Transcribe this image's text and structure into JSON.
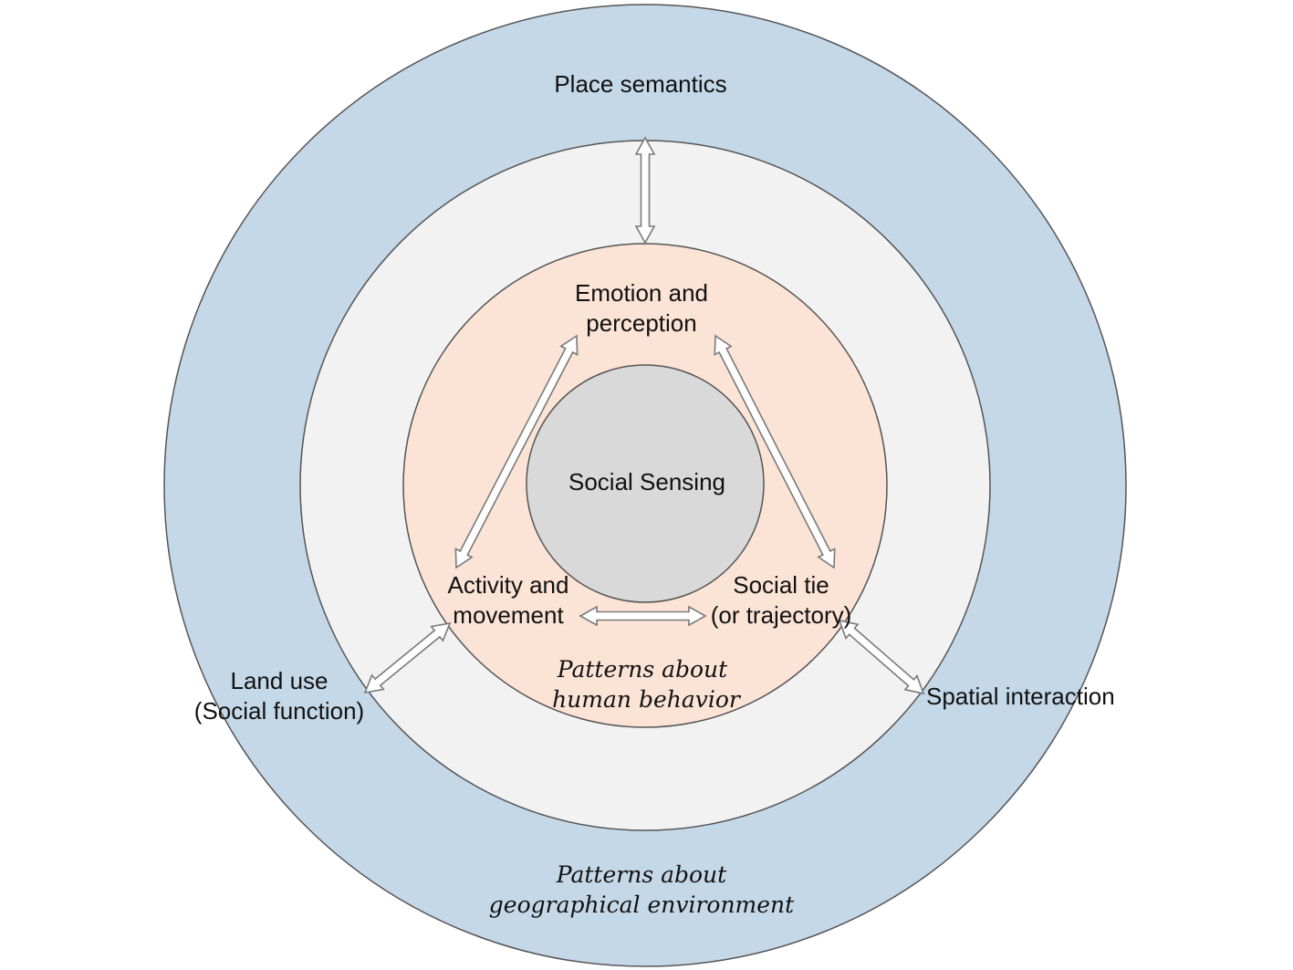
{
  "colors": {
    "outer_ring": "#c5d8e8",
    "middle_ring": "#f2f2f2",
    "inner_ring": "#fbe3d6",
    "core": "#d9d9d9",
    "stroke": "#555555",
    "arrow_fill": "#ffffff",
    "arrow_stroke": "#7a7a7a"
  },
  "core": {
    "label": "Social Sensing"
  },
  "inner_ring": {
    "nodes": {
      "emotion": [
        "Emotion and",
        "perception"
      ],
      "activity": [
        "Activity and",
        "movement"
      ],
      "social_tie": [
        "Social tie",
        "(or trajectory)"
      ]
    },
    "caption": [
      "Patterns about",
      "human  behavior"
    ]
  },
  "outer_ring": {
    "nodes": {
      "place_semantics": "Place semantics",
      "land_use": [
        "Land use",
        "(Social function)"
      ],
      "spatial_interaction": "Spatial interaction"
    },
    "caption": [
      "Patterns about",
      "geographical environment"
    ]
  }
}
